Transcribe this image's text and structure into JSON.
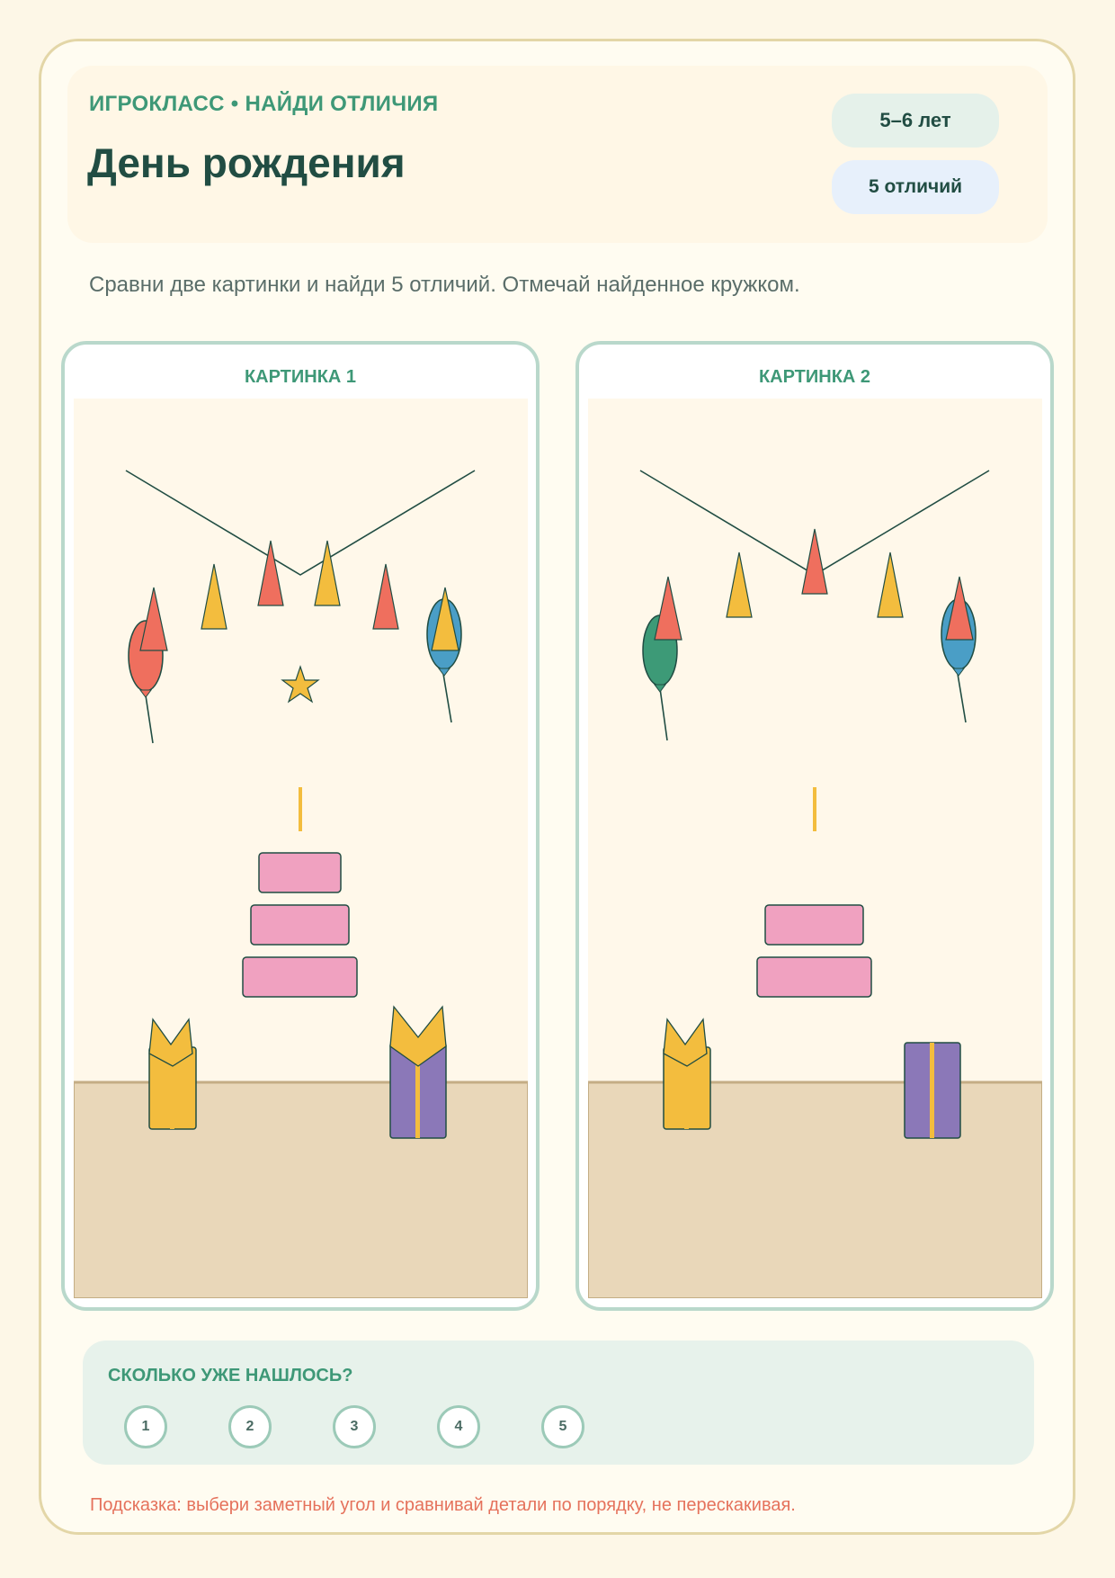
{
  "header": {
    "kicker": "ИГРОКЛАСС • НАЙДИ ОТЛИЧИЯ",
    "title": "День рождения",
    "age_badge": "5–6 лет",
    "count_badge": "5 отличий"
  },
  "instructions": "Сравни две картинки и найди 5 отличий. Отмечай найденное кружком.",
  "panels": [
    {
      "label": "КАРТИНКА 1"
    },
    {
      "label": "КАРТИНКА 2"
    }
  ],
  "counter": {
    "title": "СКОЛЬКО УЖЕ НАШЛОСЬ?",
    "items": [
      "1",
      "2",
      "3",
      "4",
      "5"
    ]
  },
  "hint": "Подсказка: выбери заметный угол и сравнивай детали по порядку, не перескакивая.",
  "colors": {
    "accent_green": "#3e9877",
    "dark_green": "#214d43",
    "coral": "#ef6f5e",
    "yellow": "#f3bd3e",
    "pink": "#f0a1c0",
    "purple": "#8b78b8",
    "blue": "#4a9ec6",
    "balloon_green": "#3d9a77",
    "floor": "#e9d7b9"
  }
}
